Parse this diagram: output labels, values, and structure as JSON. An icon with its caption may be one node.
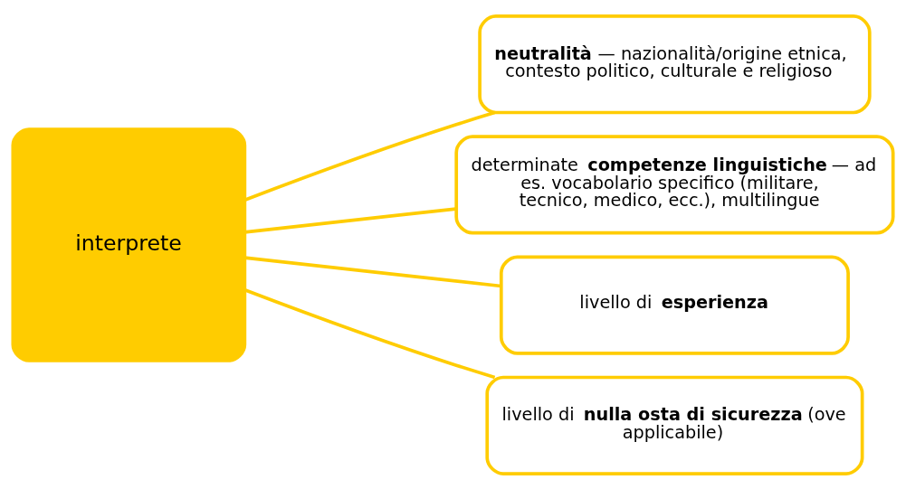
{
  "diagram": {
    "nodes": [
      {
        "text": [
          "interprete"
        ]
      },
      {
        "text": [
          "**neutralità** — nazionalità/origine etnica, contesto politico, culturale e religioso"
        ]
      },
      {
        "text": [
          "determinate **competenze linguistiche** — ad es. vocabolario specifico (militare, tecnico, medico, ecc.), multilingue"
        ]
      },
      {
        "text": [
          "livello di **esperienza**"
        ]
      },
      {
        "text": [
          "livello di **nulla osta di sicurezza** (ove applicabile)"
        ]
      }
    ],
    "edges": [
      {
        "from": 0,
        "to": 1,
        "arrow": "none"
      },
      {
        "from": 0,
        "to": 2,
        "arrow": "none"
      },
      {
        "from": 0,
        "to": 3,
        "arrow": "none"
      },
      {
        "from": 0,
        "to": 4,
        "arrow": "none"
      }
    ]
  }
}
